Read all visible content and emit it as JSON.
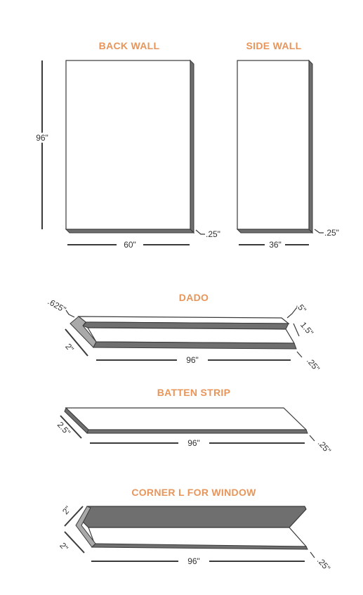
{
  "colors": {
    "title": "#e8955a",
    "line": "#3a3a3a",
    "edge": "#6f6f6f"
  },
  "back_wall": {
    "title": "BACK WALL",
    "height": "96\"",
    "width": "60\"",
    "thickness": ".25\""
  },
  "side_wall": {
    "title": "SIDE WALL",
    "width": "36\"",
    "thickness": ".25\""
  },
  "dado": {
    "title": "DADO",
    "groove_depth": ".625\"",
    "depth": "2\"",
    "length": "96\"",
    "groove_width": ".5\"",
    "width": "1.5\"",
    "thickness": ".25\""
  },
  "batten_strip": {
    "title": "BATTEN STRIP",
    "depth": "2.5\"",
    "length": "96\"",
    "thickness": ".25\""
  },
  "corner_l": {
    "title": "CORNER L FOR WINDOW",
    "leg_top": "2\"",
    "leg_bottom": "2\"",
    "length": "96\"",
    "thickness": ".25\""
  }
}
